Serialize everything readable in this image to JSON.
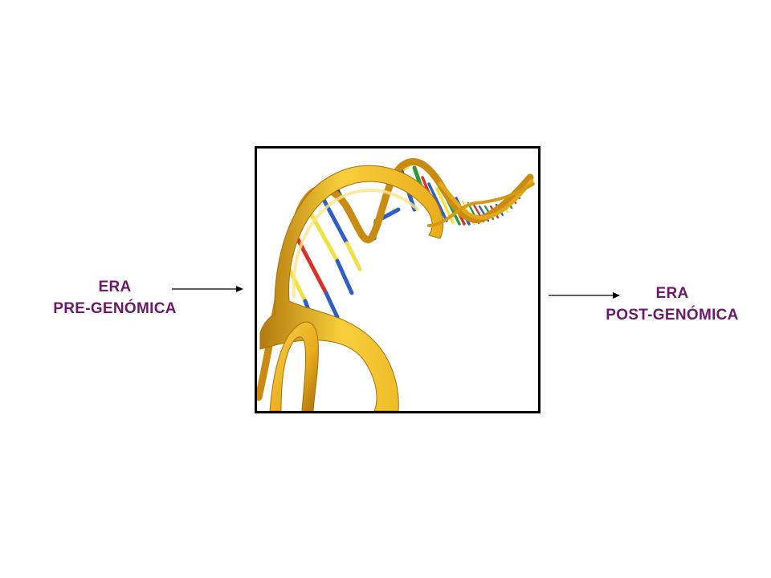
{
  "left_label": {
    "line1": "ERA",
    "line2": "PRE-GENÓMICA"
  },
  "right_label": {
    "line1": "ERA",
    "line2": "POST-GENÓMICA"
  },
  "image": {
    "subject": "dna-double-helix-illustration"
  },
  "colors": {
    "label_text": "#6b1a6b",
    "ribbon_light": "#f7cf3a",
    "ribbon_mid": "#e9ad1c",
    "ribbon_dark": "#b37a0e",
    "base_red": "#d8322a",
    "base_blue": "#2f5fc4",
    "base_green": "#2f9a3a",
    "base_yellow": "#f0e040",
    "frame_border": "#000000",
    "arrow": "#000000"
  }
}
